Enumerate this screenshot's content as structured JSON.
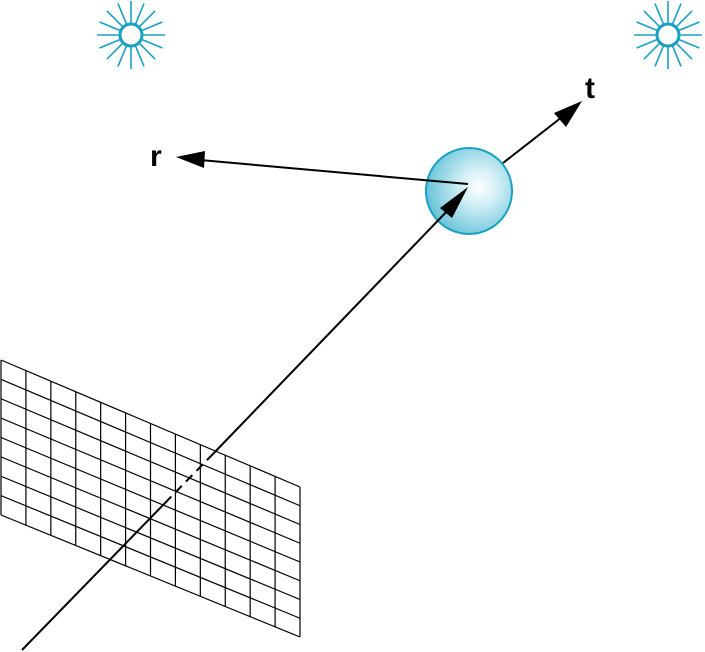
{
  "labels": {
    "reflected": "r",
    "transmitted": "t"
  },
  "icons": {
    "light_source": "light-source-icon"
  },
  "colors": {
    "line": "#000000",
    "sphere_fill": "#7fcde0",
    "sphere_stroke": "#1aa0c0",
    "light_source": "#1aa0c0",
    "grid": "#000000",
    "background": "#ffffff"
  },
  "grid": {
    "columns": 12,
    "rows": 8
  }
}
